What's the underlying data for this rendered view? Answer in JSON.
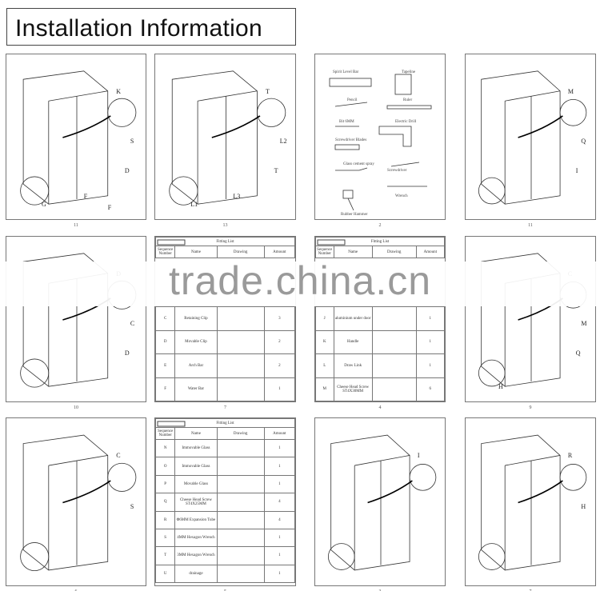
{
  "header": {
    "title": "Installation Information"
  },
  "watermark": "trade.china.cn",
  "panels": [
    {
      "page": "11",
      "labels": [
        "K",
        "S",
        "D",
        "G",
        "F",
        "F"
      ]
    },
    {
      "page": "13",
      "labels": [
        "T",
        "L2",
        "T",
        "L1",
        "L3"
      ]
    },
    {
      "page": "2"
    },
    {
      "page": "11",
      "labels": [
        "M",
        "Q",
        "I"
      ]
    },
    {
      "page": "10",
      "labels": [
        "D",
        "C",
        "D"
      ]
    },
    {
      "page": "7"
    },
    {
      "page": "4"
    },
    {
      "page": "9",
      "labels": [
        "C",
        "M",
        "Q",
        "H"
      ]
    },
    {
      "page": "6",
      "labels": [
        "C",
        "S"
      ]
    },
    {
      "page": "5"
    },
    {
      "page": "3",
      "labels": [
        "I"
      ]
    },
    {
      "page": "7",
      "labels": [
        "R",
        "H"
      ]
    }
  ],
  "tools": [
    "Spirit Level Bar",
    "Tapeline",
    "Pencil",
    "Ruler",
    "Bit 6MM",
    "Electric Drill",
    "Screwdriver Blades",
    "Glass cement spray",
    "Screwdriver",
    "Wrench",
    "Rubber Hammer"
  ],
  "fitting_header": {
    "title": "Fitting List",
    "cols": [
      "Sequence Number",
      "Name",
      "Drawing",
      "Amount"
    ]
  },
  "fitting_lists": [
    {
      "rows": [
        {
          "seq": "C",
          "name": "Retaining Clip",
          "amount": "3"
        },
        {
          "seq": "D",
          "name": "Movable Clip",
          "amount": "2"
        },
        {
          "seq": "E",
          "name": "Arch Bar",
          "amount": "2"
        },
        {
          "seq": "F",
          "name": "Water Bar",
          "amount": "1"
        }
      ]
    },
    {
      "rows": [
        {
          "seq": "J",
          "name": "aluminium under door",
          "amount": "1"
        },
        {
          "seq": "K",
          "name": "Handle",
          "amount": "1"
        },
        {
          "seq": "L",
          "name": "Draw Link",
          "amount": "1"
        },
        {
          "seq": "M",
          "name": "Cheese Head Screw ST4X30MM",
          "amount": "6"
        }
      ]
    },
    {
      "rows": [
        {
          "seq": "N",
          "name": "Immovable Glass",
          "amount": "1"
        },
        {
          "seq": "O",
          "name": "Immovable Glass",
          "amount": "1"
        },
        {
          "seq": "P",
          "name": "Movable Glass",
          "amount": "1"
        },
        {
          "seq": "Q",
          "name": "Cheese Head Screw ST4X25MM",
          "amount": "4"
        },
        {
          "seq": "R",
          "name": "Φ6MM Expansion Tube",
          "amount": "4"
        },
        {
          "seq": "S",
          "name": "4MM Hexagon Wrench",
          "amount": "1"
        },
        {
          "seq": "T",
          "name": "3MM Hexagon Wrench",
          "amount": "1"
        },
        {
          "seq": "U",
          "name": "drainage",
          "amount": "1"
        }
      ]
    }
  ]
}
